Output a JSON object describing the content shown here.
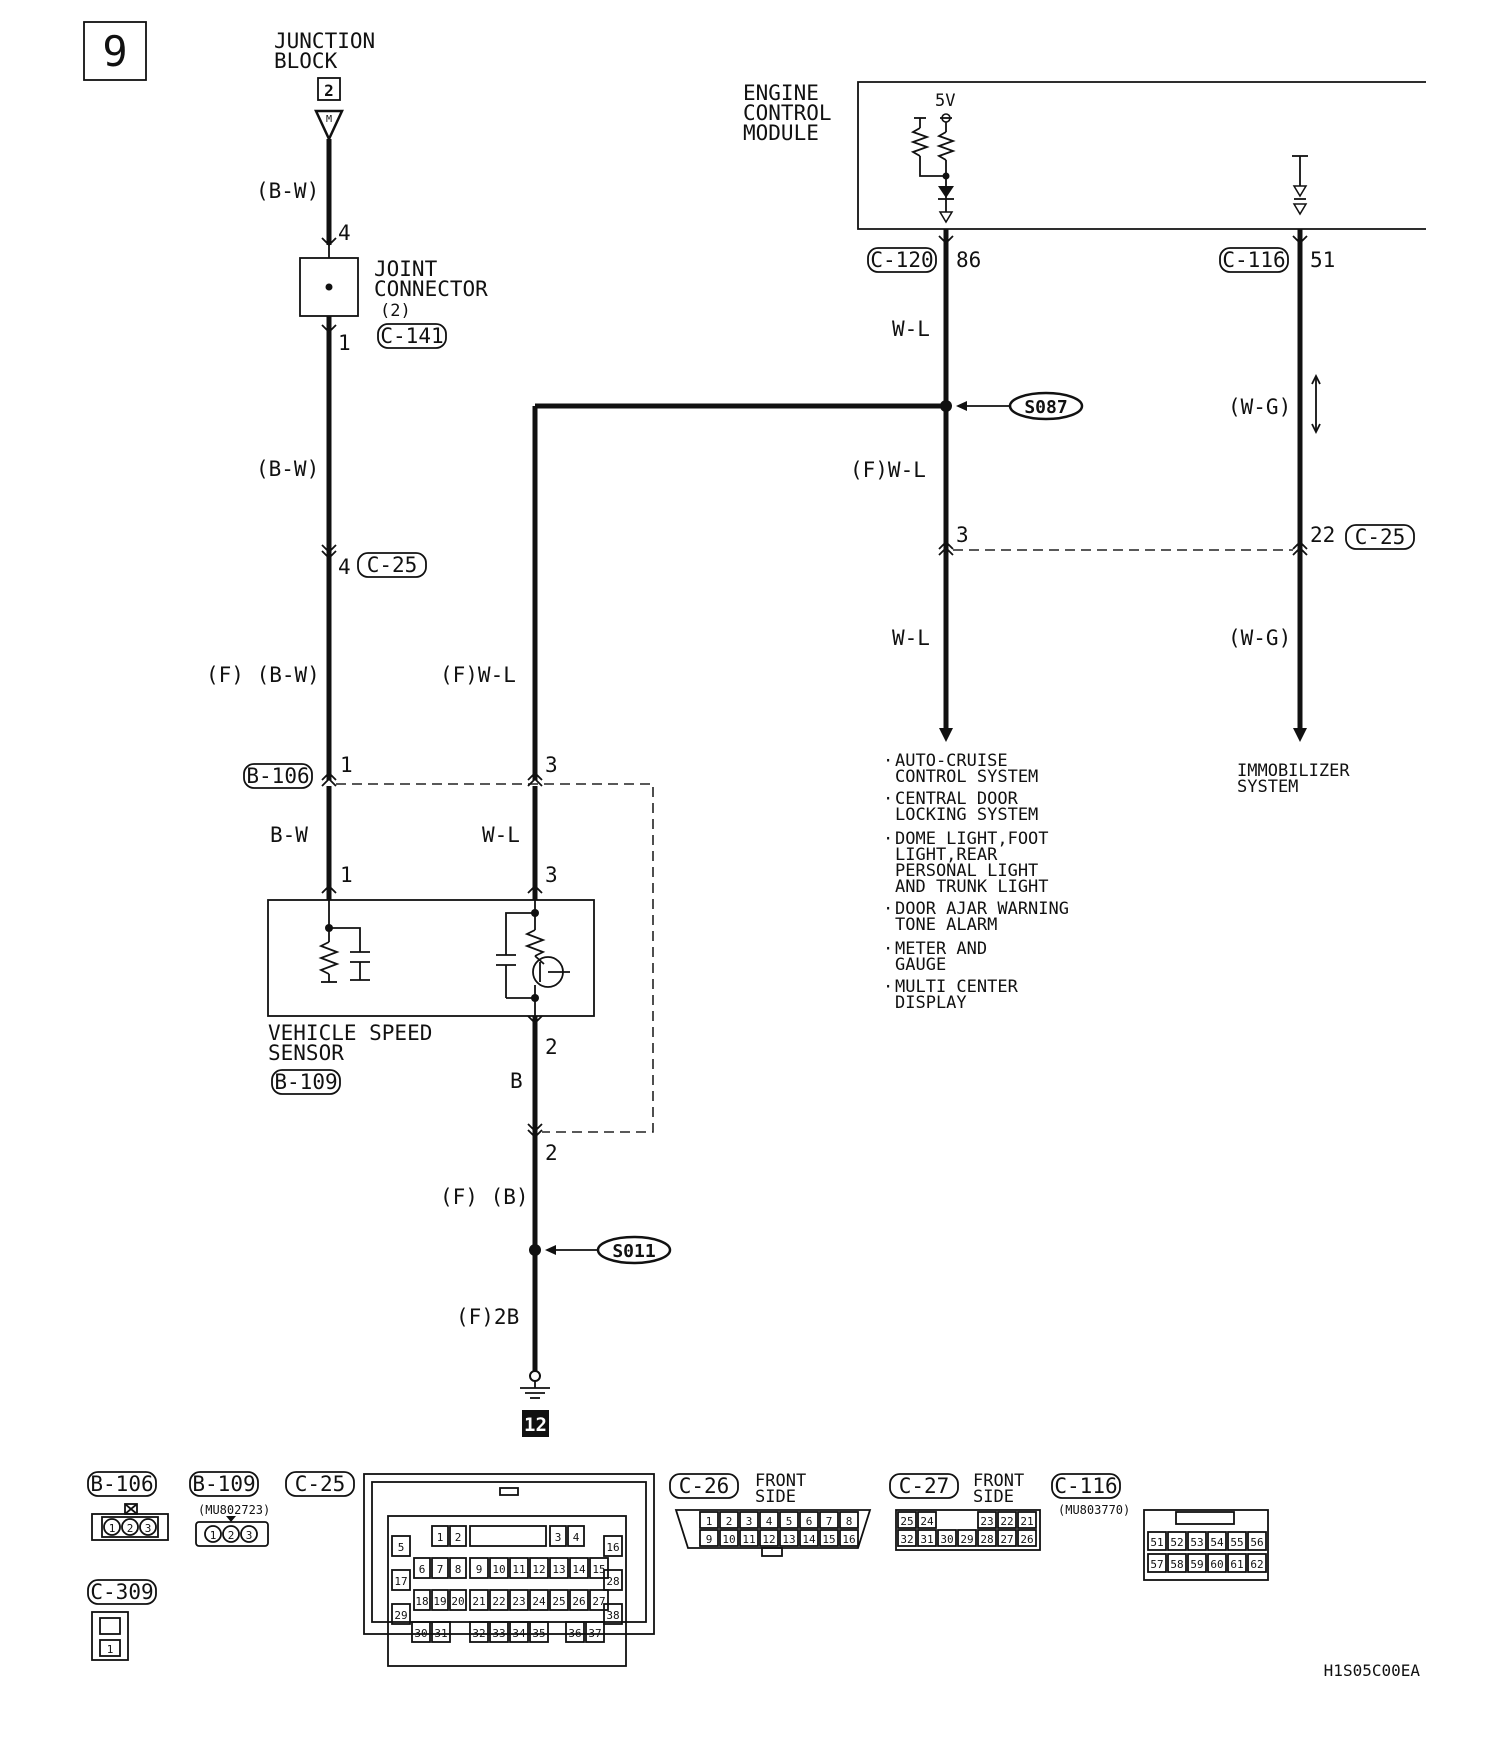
{
  "page": {
    "number": "9",
    "code": "H1S05C00EA"
  },
  "components": {
    "junction_block": {
      "title_line1": "JUNCTION",
      "title_line2": "BLOCK",
      "ref": "2",
      "terminal": "M"
    },
    "joint_connector": {
      "line1": "JOINT",
      "line2": "CONNECTOR",
      "line3": "(2)",
      "connector": "C-141"
    },
    "ecm": {
      "line1": "ENGINE",
      "line2": "CONTROL",
      "line3": "MODULE",
      "voltage": "5V"
    },
    "vss": {
      "line1": "VEHICLE SPEED",
      "line2": "SENSOR",
      "connector": "B-109"
    },
    "ground": {
      "ref": "12"
    },
    "splices": {
      "s087": "S087",
      "s011": "S011"
    }
  },
  "wires": {
    "bw_top": "(B-W)",
    "bw_mid": "(B-W)",
    "f_bw": "(F) (B-W)",
    "bw_plain": "B-W",
    "wl_top": "W-L",
    "f_wl_right": "(F)W-L",
    "wl_bottom": "W-L",
    "f_wl_left": "(F)W-L",
    "wl_sensor": "W-L",
    "wg_top": "(W-G)",
    "wg_bottom": "(W-G)",
    "b_plain": "B",
    "f_b": "(F) (B)",
    "f_2b": "(F)2B"
  },
  "connectors": {
    "c120": "C-120",
    "c116": "C-116",
    "c25_a": "C-25",
    "c25_b": "C-25",
    "b106": "B-106",
    "b109": "B-109"
  },
  "pins": {
    "jb_out": "4",
    "jc_out": "1",
    "c25_left": "4",
    "b106_1": "1",
    "b106_3": "3",
    "vss_1": "1",
    "vss_3": "3",
    "vss_2": "2",
    "b106_2": "2",
    "c120_86": "86",
    "c116_51": "51",
    "c25_3": "3",
    "c25_22": "22"
  },
  "destinations": {
    "left": [
      {
        "l1": "AUTO-CRUISE",
        "l2": "CONTROL SYSTEM"
      },
      {
        "l1": "CENTRAL DOOR",
        "l2": "LOCKING SYSTEM"
      },
      {
        "l1": "DOME LIGHT,FOOT",
        "l2": "LIGHT,REAR",
        "l3": "PERSONAL LIGHT",
        "l4": "AND TRUNK LIGHT"
      },
      {
        "l1": "DOOR AJAR WARNING",
        "l2": "TONE ALARM"
      },
      {
        "l1": "METER AND",
        "l2": "GAUGE"
      },
      {
        "l1": "MULTI CENTER",
        "l2": "DISPLAY"
      }
    ],
    "right": {
      "l1": "IMMOBILIZER",
      "l2": "SYSTEM"
    }
  },
  "legend": {
    "b106": {
      "label": "B-106",
      "pins": [
        "1",
        "2",
        "3"
      ]
    },
    "b109": {
      "label": "B-109",
      "part": "(MU802723)",
      "pins": [
        "1",
        "2",
        "3"
      ]
    },
    "c25": {
      "label": "C-25",
      "row1": [
        "1",
        "2",
        "3",
        "4"
      ],
      "row2": [
        "6",
        "7",
        "8",
        "9",
        "10",
        "11",
        "12",
        "13",
        "14",
        "15"
      ],
      "row3": [
        "18",
        "19",
        "20",
        "21",
        "22",
        "23",
        "24",
        "25",
        "26",
        "27"
      ],
      "row4": [
        "30",
        "31",
        "32",
        "33",
        "34",
        "35",
        "36",
        "37"
      ],
      "side_left": [
        "5",
        "17",
        "29"
      ],
      "side_right": [
        "16",
        "28",
        "38"
      ]
    },
    "c26": {
      "label": "C-26",
      "side_l1": "FRONT",
      "side_l2": "SIDE",
      "row1": [
        "1",
        "2",
        "3",
        "4",
        "5",
        "6",
        "7",
        "8"
      ],
      "row2": [
        "9",
        "10",
        "11",
        "12",
        "13",
        "14",
        "15",
        "16"
      ]
    },
    "c27": {
      "label": "C-27",
      "side_l1": "FRONT",
      "side_l2": "SIDE",
      "row1": [
        "25",
        "24",
        "23",
        "22",
        "21"
      ],
      "row2": [
        "32",
        "31",
        "30",
        "29",
        "28",
        "27",
        "26"
      ]
    },
    "c116": {
      "label": "C-116",
      "part": "(MU803770)",
      "row1": [
        "51",
        "52",
        "53",
        "54",
        "55",
        "56"
      ],
      "row2": [
        "57",
        "58",
        "59",
        "60",
        "61",
        "62"
      ]
    },
    "c309": {
      "label": "C-309",
      "pins": [
        "1"
      ]
    }
  }
}
